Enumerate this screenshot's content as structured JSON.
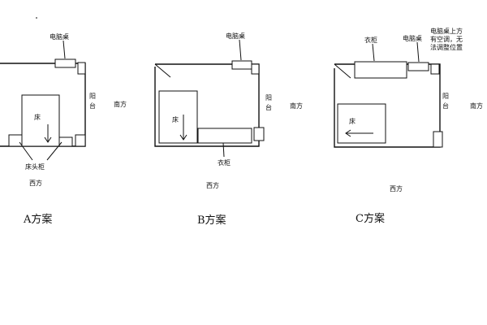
{
  "colors": {
    "line": "#111111",
    "background": "#ffffff"
  },
  "plans": {
    "a": {
      "computer_desk": "电脑桌",
      "balcony_1": "阳",
      "balcony_2": "台",
      "south": "南方",
      "bed": "床",
      "nightstand": "床头柜",
      "west": "西方",
      "caption": "A方案"
    },
    "b": {
      "computer_desk": "电脑桌",
      "balcony_1": "阳",
      "balcony_2": "台",
      "south": "南方",
      "bed": "床",
      "wardrobe": "衣柜",
      "west": "西方",
      "caption": "B方案"
    },
    "c": {
      "wardrobe": "衣柜",
      "computer_desk": "电脑桌",
      "note_1": "电脑桌上方",
      "note_2": "有空调，无",
      "note_3": "法调整位置",
      "balcony_1": "阳",
      "balcony_2": "台",
      "south": "南方",
      "bed": "床",
      "west": "西方",
      "caption": "C方案"
    }
  }
}
